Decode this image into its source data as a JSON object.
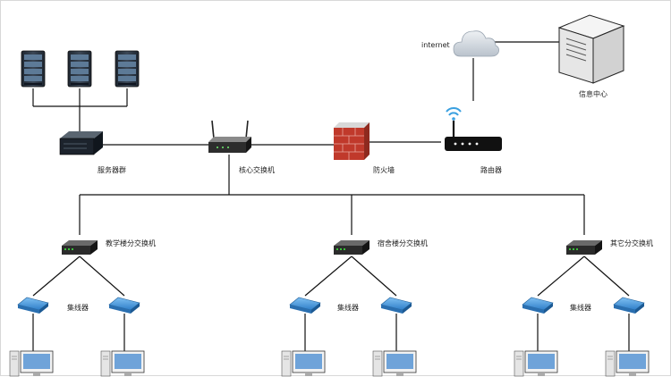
{
  "labels": {
    "internet": "internet",
    "info_center": "信息中心",
    "server_group": "服务器群",
    "core_switch": "核心交换机",
    "firewall": "防火墙",
    "router": "路由器",
    "teaching_switch": "教学楼分交换机",
    "dorm_switch": "宿舍楼分交换机",
    "other_switch": "其它分交换机",
    "hub_1": "集线器",
    "hub_2": "集线器",
    "hub_3": "集线器"
  },
  "colors": {
    "line": "#111111",
    "server_dark": "#2a3340",
    "server_blue": "#4a7fb0",
    "firewall_red": "#c0392b",
    "hub_blue": "#3d8fd6",
    "cloud": "#cfd6de",
    "wifi": "#3aa0e0"
  }
}
